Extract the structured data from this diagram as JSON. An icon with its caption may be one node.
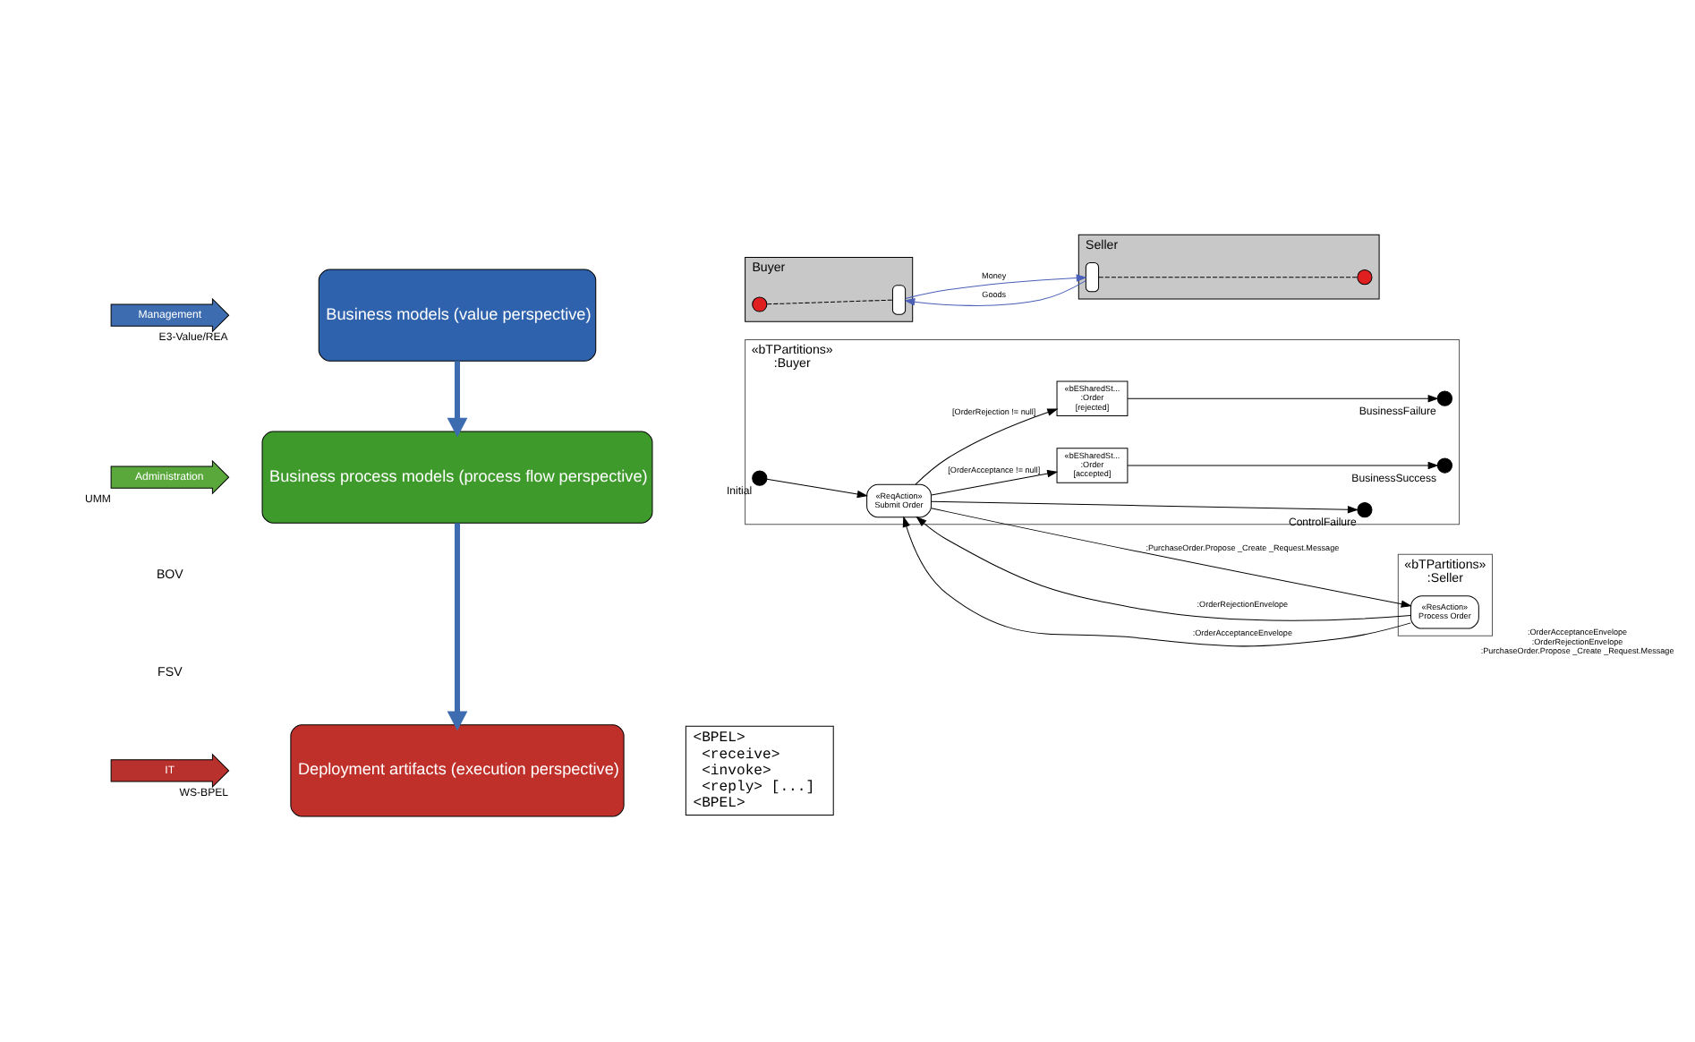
{
  "diagram": {
    "nodes": [
      {
        "text": [
          "Management"
        ],
        "beside": [
          "E3-Value/REA"
        ]
      },
      {
        "text": [
          "Business models (value perspective)"
        ]
      },
      {
        "text": [
          "Buyer"
        ]
      },
      {
        "text": [],
        "shape": "circle",
        "in": 2
      },
      {
        "text": [],
        "shape": "box",
        "in": 2
      },
      {
        "text": [
          "Seller"
        ]
      },
      {
        "text": [],
        "shape": "box",
        "in": 5
      },
      {
        "text": [],
        "shape": "circle",
        "in": 5
      },
      {
        "text": [
          "Administration"
        ],
        "beside": [
          "UMM"
        ]
      },
      {
        "text": [
          "Business process models (process flow perspective)"
        ]
      },
      {
        "text": [
          "«bTPartitions»",
          ":Buyer"
        ]
      },
      {
        "text": [],
        "shape": "circle",
        "in": 10,
        "beside": [
          "Initial"
        ]
      },
      {
        "text": [
          "«ReqAction»",
          "Submit Order"
        ],
        "in": 10
      },
      {
        "text": [],
        "shape": "circle",
        "in": 10,
        "beside": [
          "ControlFailure"
        ]
      },
      {
        "text": [
          "«bESharedSt...",
          ":Order",
          "[accepted]"
        ],
        "in": 10
      },
      {
        "text": [
          "«bESharedSt...",
          ":Order",
          "[rejected]"
        ],
        "in": 10
      },
      {
        "text": [],
        "shape": "circle",
        "in": 10,
        "beside": [
          "BusinessSuccess"
        ]
      },
      {
        "text": [],
        "shape": "circle",
        "in": 10,
        "beside": [
          "BusinessFailure"
        ]
      },
      {
        "text": [
          "«bTPartitions»",
          ":Seller"
        ]
      },
      {
        "text": [
          "«ResAction»",
          "Process Order"
        ],
        "in": 18,
        "beside": [
          ":OrderAcceptanceEnvelope",
          ":OrderRejectionEnvelope",
          ":PurchaseOrder.Propose _Create _Request.Message"
        ]
      },
      {
        "text": [
          "IT"
        ],
        "beside": [
          "WS-BPEL"
        ]
      },
      {
        "text": [
          "Deployment artifacts (execution perspective)"
        ]
      },
      {
        "text": [
          "<BPEL>",
          "<receive>",
          "<invoke>",
          "<reply> [...]",
          "<BPEL>"
        ]
      }
    ],
    "edges": [
      {
        "from": 3,
        "to": 4,
        "arrow": "none",
        "style": "dashed"
      },
      {
        "from": 4,
        "to": 6,
        "arrow": "to",
        "label": "Money",
        "color": "#4a5fb8"
      },
      {
        "from": 6,
        "to": 4,
        "arrow": "to",
        "label": "Goods",
        "color": "#4a5fb8"
      },
      {
        "from": 6,
        "to": 7,
        "arrow": "none",
        "style": "dashed"
      },
      {
        "from": 1,
        "to": 9,
        "arrow": "to",
        "style": "thick",
        "color": "#3d6db0"
      },
      {
        "from": 9,
        "to": 21,
        "arrow": "to",
        "style": "thick",
        "color": "#3d6db0"
      },
      {
        "from": 11,
        "to": 12,
        "arrow": "to"
      },
      {
        "from": 12,
        "to": 13,
        "arrow": "to"
      },
      {
        "from": 12,
        "to": 14,
        "arrow": "to",
        "label": "[OrderAcceptance != null]"
      },
      {
        "from": 12,
        "to": 15,
        "arrow": "to",
        "label": "[OrderRejection != null]"
      },
      {
        "from": 12,
        "to": 19,
        "arrow": "to",
        "label": ":PurchaseOrder.Propose _Create _Request.Message"
      },
      {
        "from": 19,
        "to": 12,
        "arrow": "to",
        "label": ":OrderRejectionEnvelope"
      },
      {
        "from": 19,
        "to": 12,
        "arrow": "to",
        "label": ":OrderAcceptanceEnvelope"
      },
      {
        "from": 14,
        "to": 16,
        "arrow": "to"
      },
      {
        "from": 15,
        "to": 17,
        "arrow": "to"
      }
    ],
    "labels": [
      "BOV",
      "FSV"
    ]
  }
}
